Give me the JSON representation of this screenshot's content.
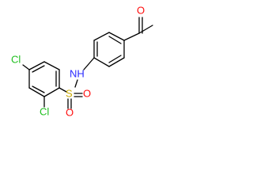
{
  "molecule": {
    "atoms": {
      "nh": "NH",
      "s": "S",
      "o_left": "O",
      "o_right": "O",
      "cl_top": "Cl",
      "cl_bottom": "Cl",
      "o_ketone": "O"
    },
    "colors": {
      "bond": "#000000",
      "nitrogen": "#2b2bff",
      "sulfur": "#c8a800",
      "oxygen": "#ff0d0d",
      "chlorine": "#1fbf1f"
    }
  }
}
